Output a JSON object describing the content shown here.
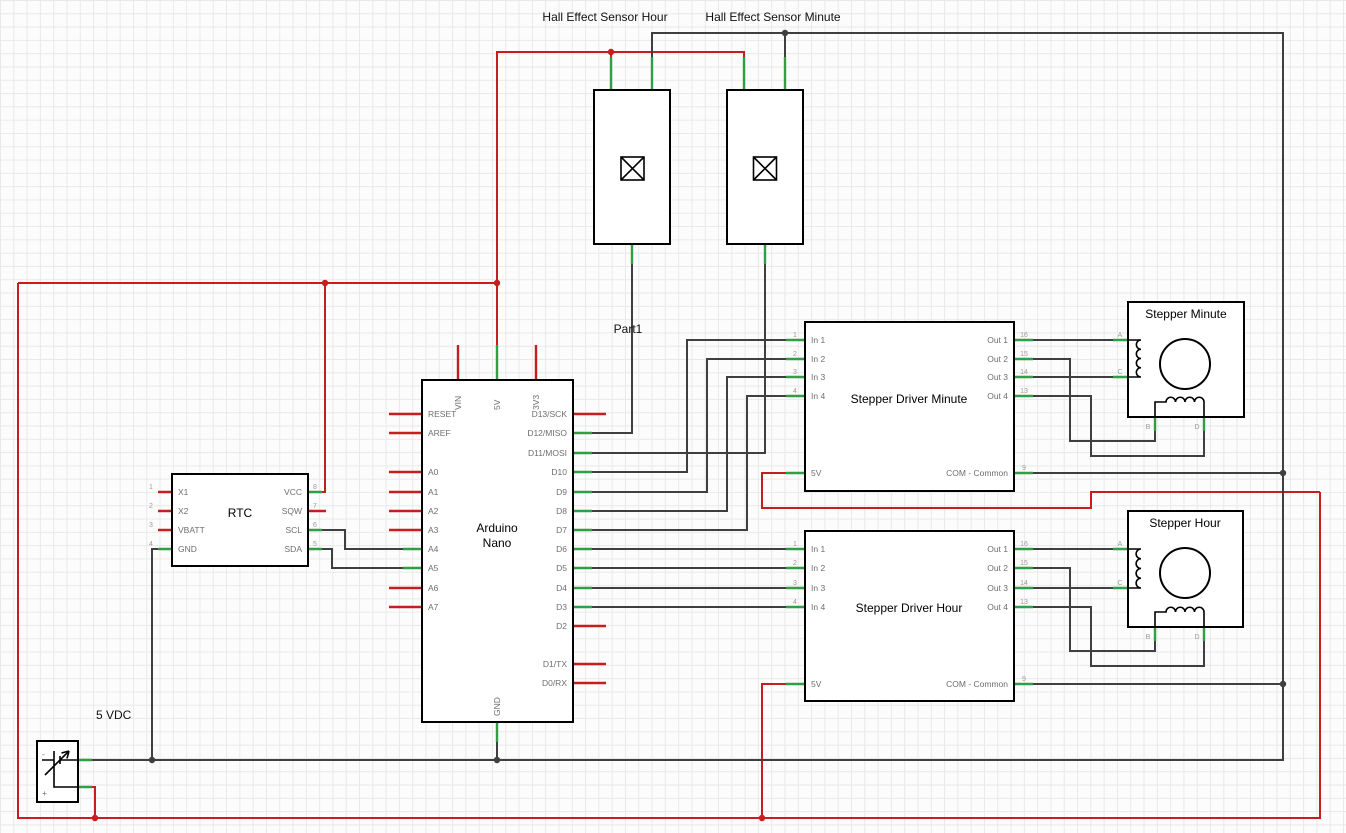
{
  "colors": {
    "wire": "#3f3f3f",
    "power": "#c41e1e",
    "connected": "#2f9e44",
    "component_border": "#000000",
    "pin_text": "#6e6e6e",
    "pin_number": "#9b9b9b"
  },
  "labels": {
    "hall_hour": "Hall Effect Sensor Hour",
    "hall_minute": "Hall Effect Sensor Minute",
    "part1": "Part1",
    "psu": "5 VDC",
    "battery_minus": "-",
    "battery_plus": "+"
  },
  "rtc": {
    "title": "RTC",
    "pins_left": [
      {
        "num": "1",
        "name": "X1"
      },
      {
        "num": "2",
        "name": "X2"
      },
      {
        "num": "3",
        "name": "VBATT"
      },
      {
        "num": "4",
        "name": "GND"
      }
    ],
    "pins_right": [
      {
        "num": "8",
        "name": "VCC"
      },
      {
        "num": "7",
        "name": "SQW"
      },
      {
        "num": "6",
        "name": "SCL"
      },
      {
        "num": "5",
        "name": "SDA"
      }
    ]
  },
  "arduino": {
    "title_line1": "Arduino",
    "title_line2": "Nano",
    "pins_left": [
      "RESET",
      "AREF",
      "A0",
      "A1",
      "A2",
      "A3",
      "A4",
      "A5",
      "A6",
      "A7"
    ],
    "pins_right": [
      "D13/SCK",
      "D12/MISO",
      "D11/MOSI",
      "D10",
      "D9",
      "D8",
      "D7",
      "D6",
      "D5",
      "D4",
      "D3",
      "D2",
      "D1/TX",
      "D0/RX"
    ],
    "pins_top": [
      "VIN",
      "5V",
      "3V3"
    ],
    "pin_bottom": "GND"
  },
  "stepper_driver_minute": {
    "title": "Stepper Driver Minute",
    "inputs": [
      {
        "num": "1",
        "name": "In 1"
      },
      {
        "num": "2",
        "name": "In 2"
      },
      {
        "num": "3",
        "name": "In 3"
      },
      {
        "num": "4",
        "name": "In 4"
      }
    ],
    "outputs": [
      {
        "num": "16",
        "name": "Out 1"
      },
      {
        "num": "15",
        "name": "Out 2"
      },
      {
        "num": "14",
        "name": "Out 3"
      },
      {
        "num": "13",
        "name": "Out 4"
      }
    ],
    "power": "5V",
    "common": {
      "num": "9",
      "name": "COM - Common"
    }
  },
  "stepper_driver_hour": {
    "title": "Stepper Driver Hour",
    "inputs": [
      {
        "num": "1",
        "name": "In 1"
      },
      {
        "num": "2",
        "name": "In 2"
      },
      {
        "num": "3",
        "name": "In 3"
      },
      {
        "num": "4",
        "name": "In 4"
      }
    ],
    "outputs": [
      {
        "num": "16",
        "name": "Out 1"
      },
      {
        "num": "15",
        "name": "Out 2"
      },
      {
        "num": "14",
        "name": "Out 3"
      },
      {
        "num": "13",
        "name": "Out 4"
      }
    ],
    "power": "5V",
    "common": {
      "num": "9",
      "name": "COM - Common"
    }
  },
  "stepper_minute": {
    "title": "Stepper Minute",
    "pins": [
      "A",
      "B",
      "C",
      "D"
    ]
  },
  "stepper_hour": {
    "title": "Stepper Hour",
    "pins": [
      "A",
      "B",
      "C",
      "D"
    ]
  }
}
